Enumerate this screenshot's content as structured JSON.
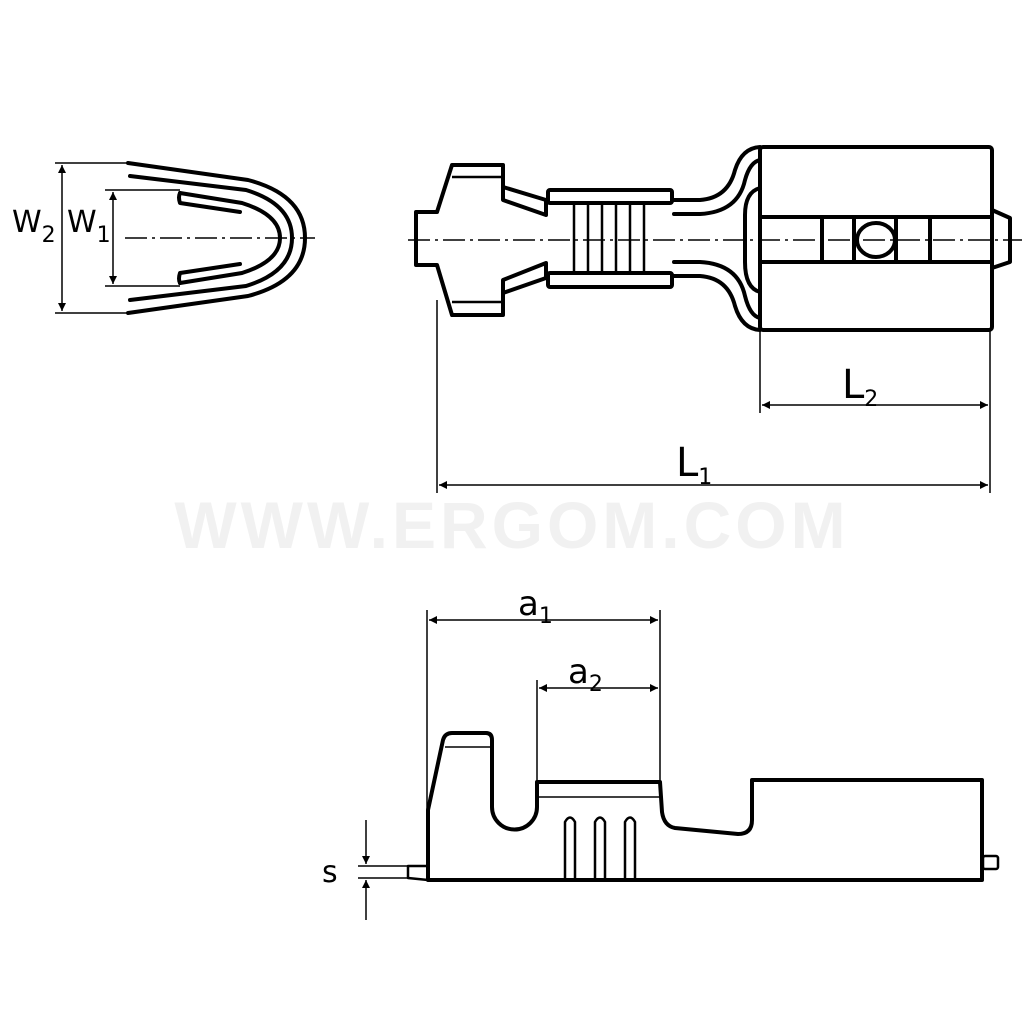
{
  "watermark": "WWW.ERGOM.COM",
  "labels": {
    "w2": {
      "main": "W",
      "sub": "2"
    },
    "w1": {
      "main": "W",
      "sub": "1"
    },
    "l1": {
      "main": "L",
      "sub": "1"
    },
    "l2": {
      "main": "L",
      "sub": "2"
    },
    "a1": {
      "main": "a",
      "sub": "1"
    },
    "a2": {
      "main": "a",
      "sub": "2"
    },
    "s": "s"
  }
}
